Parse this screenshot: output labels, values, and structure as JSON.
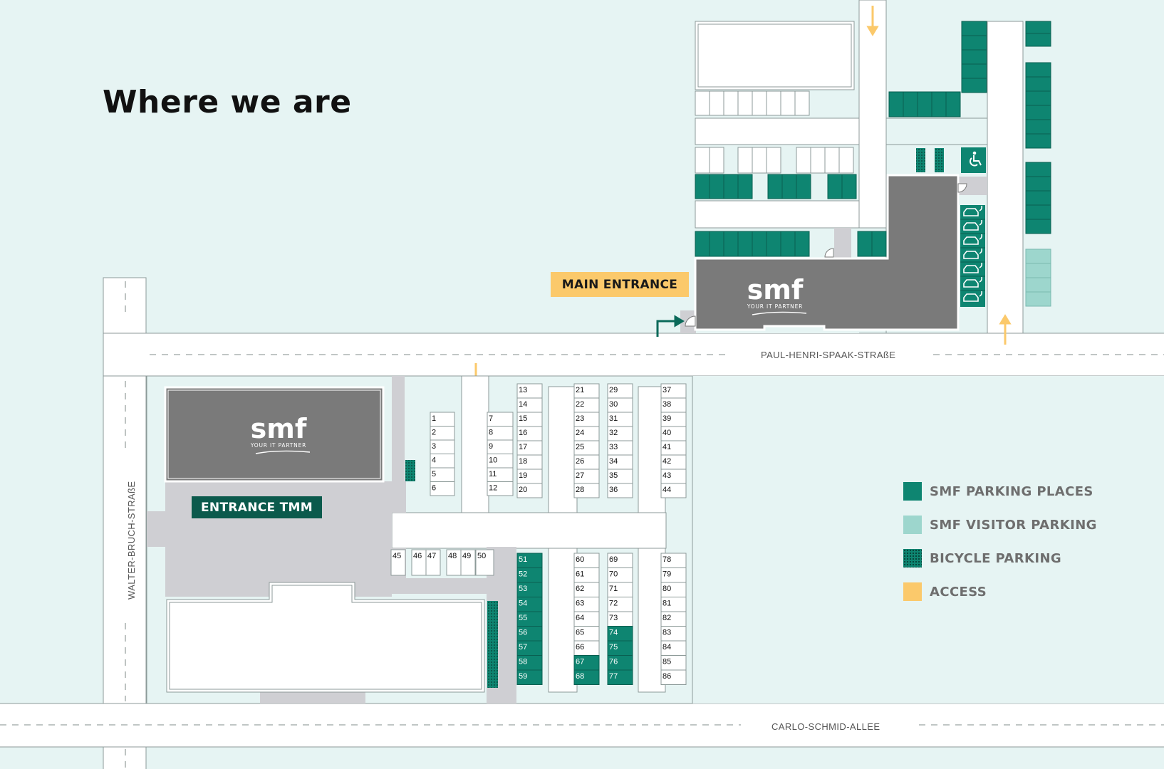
{
  "title": "Where we are",
  "labels": {
    "main_entrance": "MAIN ENTRANCE",
    "entrance_tmm": "ENTRANCE TMM"
  },
  "streets": {
    "paul_henri_spaak": "PAUL-HENRI-SPAAK-STRAßE",
    "carlo_schmid": "CARLO-SCHMID-ALLEE",
    "walter_bruch": "WALTER-BRUCH-STRAßE"
  },
  "logo": {
    "name": "smf",
    "tagline": "YOUR IT PARTNER"
  },
  "legend": [
    {
      "label": "SMF PARKING PLACES",
      "color": "#0e8571",
      "pattern": "solid"
    },
    {
      "label": "SMF VISITOR PARKING",
      "color": "#9dd6cd",
      "pattern": "solid"
    },
    {
      "label": "BICYCLE PARKING",
      "color": "#0e8571",
      "pattern": "dotted"
    },
    {
      "label": "ACCESS",
      "color": "#fbc96b",
      "pattern": "solid"
    }
  ],
  "colors": {
    "background": "#e6f4f3",
    "road": "#ffffff",
    "building": "#7a7a7a",
    "paved": "#cfcfd3",
    "smf_parking": "#0e8571",
    "visitor_parking": "#9dd6cd",
    "access": "#fbc96b",
    "dark_green": "#0b5a4c"
  },
  "parking": {
    "smf_numbered": [
      51,
      52,
      53,
      54,
      55,
      56,
      57,
      58,
      59,
      67,
      68,
      74,
      75,
      76,
      77
    ],
    "rows": [
      [
        1,
        2,
        3,
        4,
        5,
        6
      ],
      [
        7,
        8,
        9,
        10,
        11,
        12
      ],
      [
        13,
        14,
        15,
        16,
        17,
        18,
        19,
        20
      ],
      [
        21,
        22,
        23,
        24,
        25,
        26,
        27,
        28
      ],
      [
        29,
        30,
        31,
        32,
        33,
        34,
        35,
        36
      ],
      [
        37,
        38,
        39,
        40,
        41,
        42,
        43,
        44
      ],
      [
        45,
        46,
        47,
        48,
        49,
        50
      ],
      [
        51,
        52,
        53,
        54,
        55,
        56,
        57,
        58,
        59
      ],
      [
        60,
        61,
        62,
        63,
        64,
        65,
        66,
        67,
        68
      ],
      [
        69,
        70,
        71,
        72,
        73,
        74,
        75,
        76,
        77
      ],
      [
        78,
        79,
        80,
        81,
        82,
        83,
        84,
        85,
        86
      ]
    ]
  }
}
